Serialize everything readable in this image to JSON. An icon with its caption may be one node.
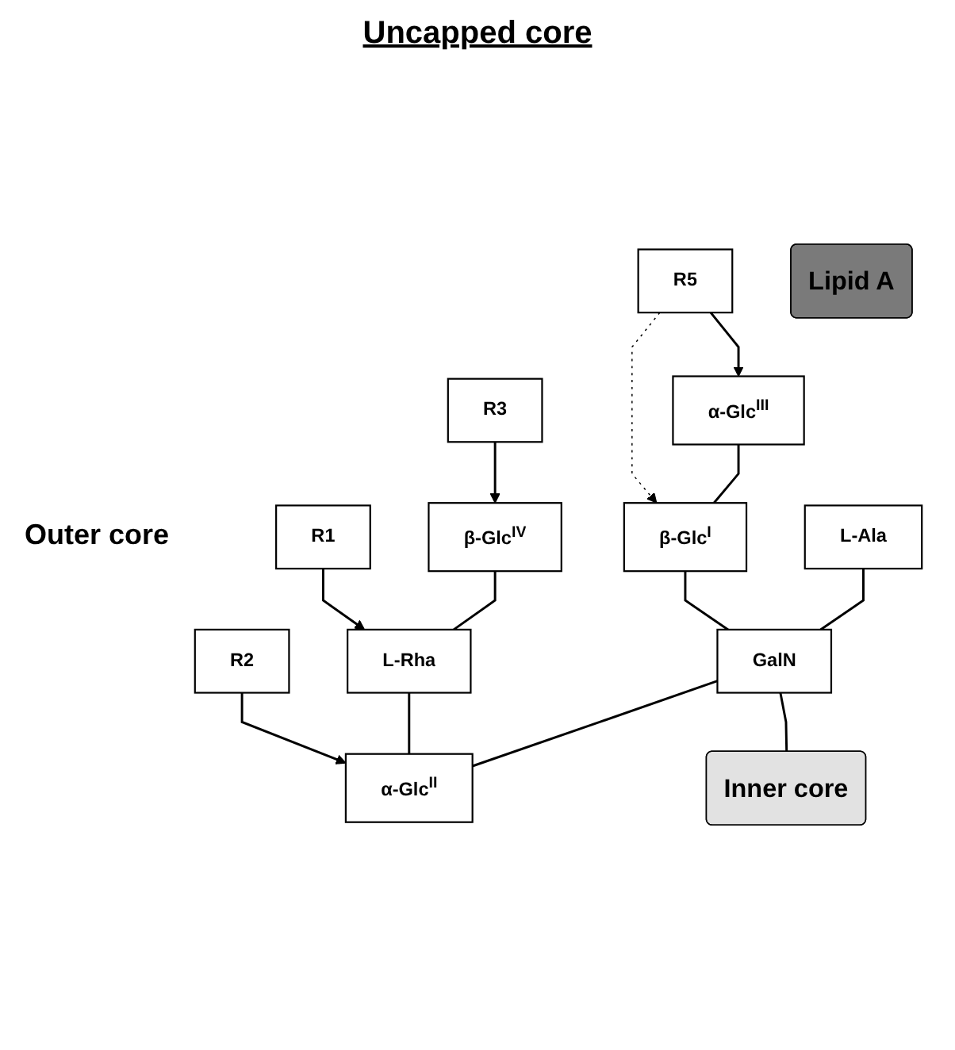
{
  "diagram": {
    "title": "Uncapped core",
    "nodes": [
      {
        "text": [
          "R5"
        ]
      },
      {
        "text": [
          "R3"
        ]
      },
      {
        "text": [
          "R1"
        ]
      },
      {
        "text": [
          "R2"
        ]
      },
      {
        "text": [
          "β-Glc$^{IV}$"
        ]
      },
      {
        "text": [
          "α-Glc$^{III}$"
        ]
      },
      {
        "text": [
          "β-Glc$^{I}$"
        ]
      },
      {
        "text": [
          "L-Rha"
        ]
      },
      {
        "text": [
          "L-Ala"
        ]
      },
      {
        "text": [
          "GalN"
        ]
      },
      {
        "text": [
          "α-Glc$^{II}$"
        ]
      },
      {
        "text": [
          "Inner core"
        ]
      },
      {
        "text": [
          "Lipid A"
        ]
      }
    ],
    "edges": [
      {
        "from": 0,
        "to": 5,
        "arrow": "to"
      },
      {
        "from": 0,
        "to": 6,
        "arrow": "to",
        "style": "dashed"
      },
      {
        "from": 1,
        "to": 4,
        "arrow": "to"
      },
      {
        "from": 2,
        "to": 7,
        "arrow": "to"
      },
      {
        "from": 3,
        "to": 10,
        "arrow": "to"
      },
      {
        "from": 4,
        "to": 7,
        "arrow": "none"
      },
      {
        "from": 5,
        "to": 6,
        "arrow": "none"
      },
      {
        "from": 6,
        "to": 9,
        "arrow": "none"
      },
      {
        "from": 7,
        "to": 10,
        "arrow": "none"
      },
      {
        "from": 8,
        "to": 9,
        "arrow": "none"
      },
      {
        "from": 9,
        "to": 10,
        "arrow": "none"
      },
      {
        "from": 9,
        "to": 11,
        "arrow": "none"
      }
    ],
    "labels": [
      "Outer core"
    ]
  }
}
